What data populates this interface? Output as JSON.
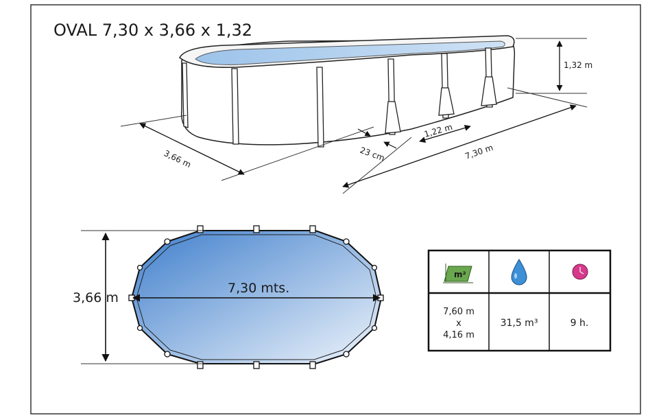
{
  "title": "OVAL 7,30 x 3,66 x 1,32",
  "perspective": {
    "height_label": "1,32 m",
    "width_label": "3,66 m",
    "length_label": "7,30 m",
    "buttress_label": "1,22 m",
    "depth_label": "23 cm"
  },
  "plan": {
    "width_label": "3,66 m",
    "length_label": "7,30 mts."
  },
  "specs": {
    "headers": [
      {
        "icon": "area-m2-icon",
        "text": "m²"
      },
      {
        "icon": "water-drop-icon",
        "text": ""
      },
      {
        "icon": "clock-icon",
        "text": ""
      }
    ],
    "area": {
      "line1": "7,60 m",
      "line2": "x",
      "line3": "4,16 m"
    },
    "volume": "31,5 m³",
    "time": "9 h."
  },
  "colors": {
    "water_dark": "#3f7fcc",
    "water_light": "#eef4fb",
    "area_icon": "#6aa84f",
    "drop_icon": "#3d8fd6",
    "clock_icon": "#d63a8a"
  }
}
